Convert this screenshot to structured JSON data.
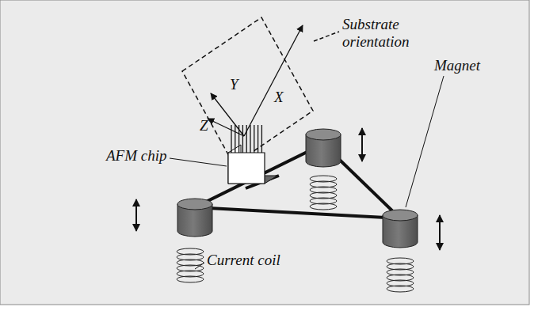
{
  "diagram": {
    "labels": [
      "Substrate orientation",
      "Y",
      "X",
      "Z",
      "AFM chip",
      "Magnet",
      "Current coil"
    ]
  }
}
